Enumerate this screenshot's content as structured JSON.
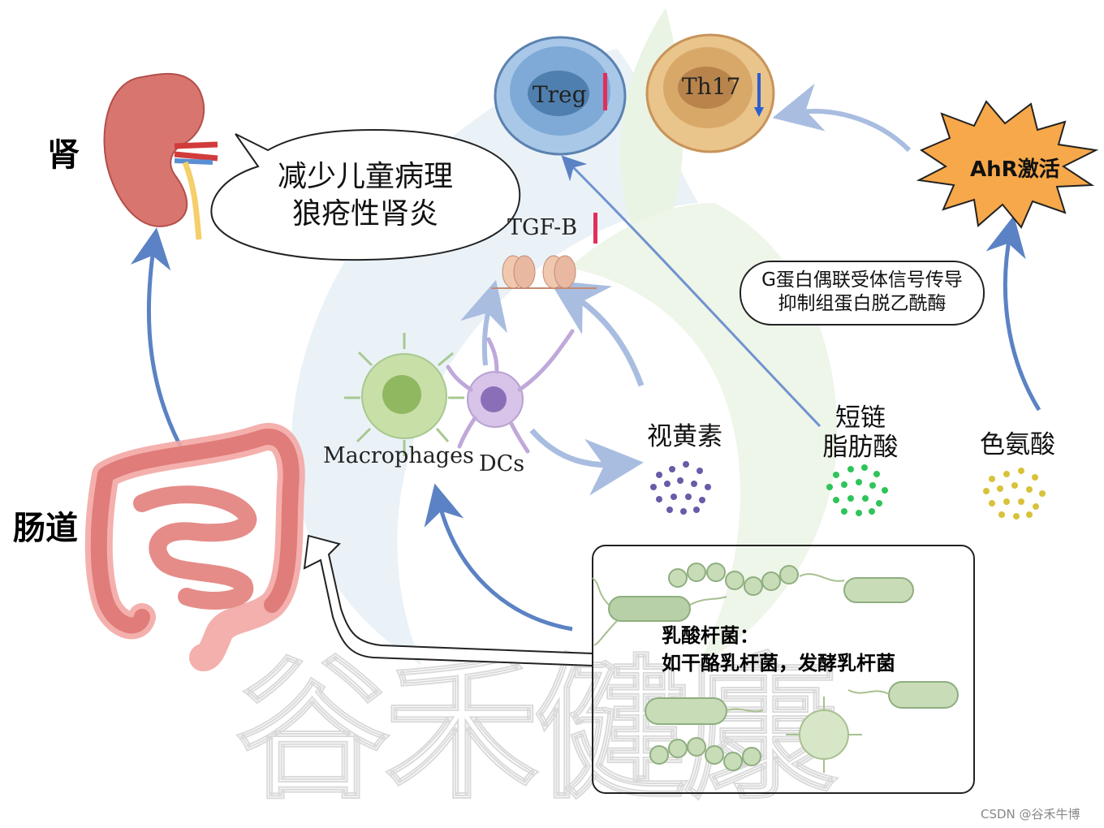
{
  "labels": {
    "kidney": "肾",
    "gut": "肠道",
    "speech": [
      "减少儿童病理",
      "狼疮性肾炎"
    ],
    "treg": "Treg",
    "th17": "Th17",
    "ahr": "AhR激活",
    "tgf": "TGF-B",
    "gpcr_box": [
      "G蛋白偶联受体信号传导",
      "抑制组蛋白脱乙酰酶"
    ],
    "macrophages": "Macrophages",
    "dcs": "DCs",
    "retinoid": "视黄素",
    "scfa": [
      "短链",
      "脂肪酸"
    ],
    "tryptophan": "色氨酸",
    "bacteria_title": "乳酸杆菌：",
    "bacteria_species": "如干酪乳杆菌，发酵乳杆菌",
    "watermark": "谷禾健康",
    "footer": "CSDN @谷禾牛博"
  },
  "colors": {
    "arrow_blue": "#5b82c4",
    "arrow_light": "#a9bde0",
    "up_marker": "#e0305a",
    "down_marker": "#2a5fd4",
    "ahr_burst": "#f6a84a",
    "treg_cell": "#7fa9d6",
    "th17_cell": "#e8b674",
    "retinoid_dots": "#6a5aa8",
    "scfa_dots": "#2fc45a",
    "tryptophan_dots": "#d8c23a"
  },
  "icons": {
    "kidney": "kidney-illustration",
    "intestine": "intestine-illustration",
    "macrophage": "macrophage-cell",
    "dendritic": "dendritic-cell",
    "bacteria": "lactobacillus-illustration"
  }
}
